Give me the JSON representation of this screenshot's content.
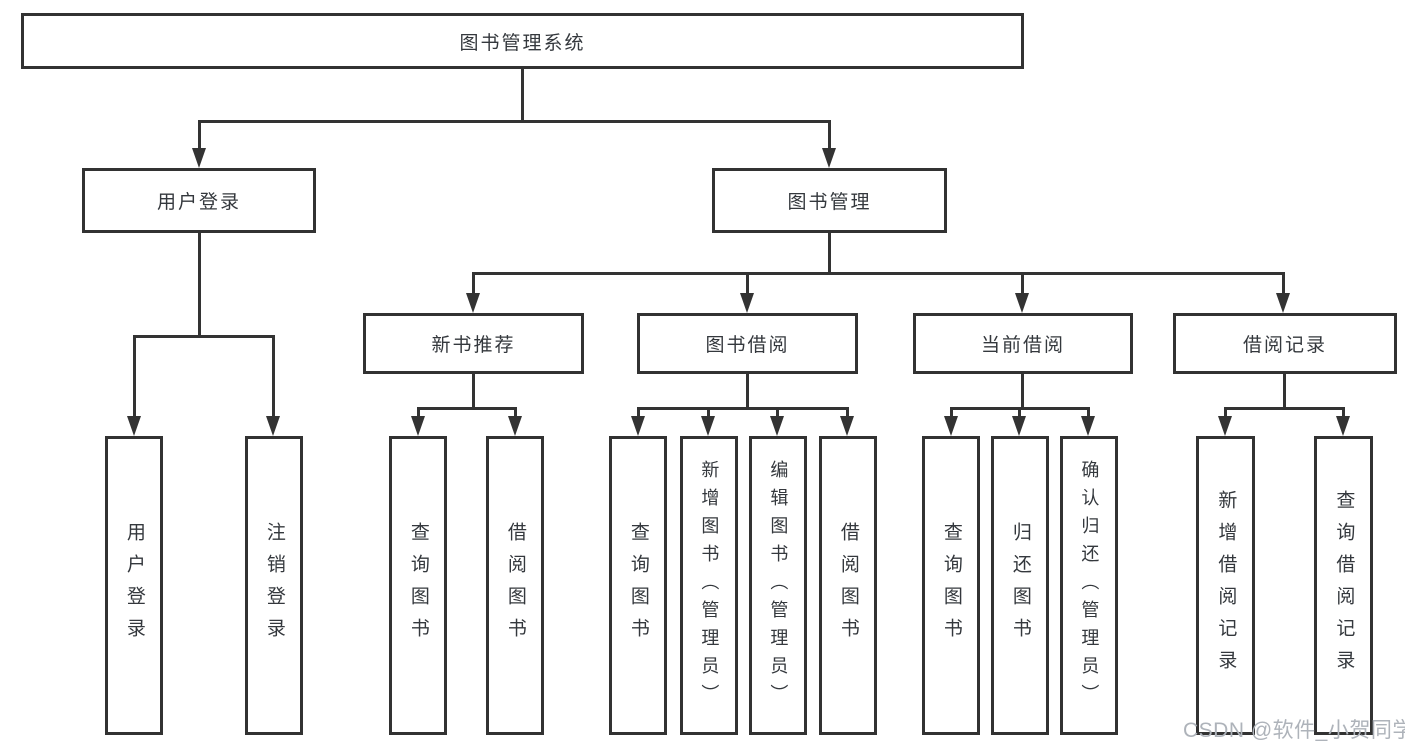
{
  "diagram": {
    "title": "图书管理系统",
    "type": "hierarchy-tree",
    "colors": {
      "line": "#333333",
      "box_border": "#323232",
      "text": "#34383d",
      "background": "#ffffff",
      "watermark": "#aeb3ba"
    }
  },
  "tree": {
    "root": {
      "label": "图书管理系统",
      "children": [
        {
          "label": "用户登录",
          "children": [
            {
              "label": "用户登录"
            },
            {
              "label": "注销登录"
            }
          ]
        },
        {
          "label": "图书管理",
          "children": [
            {
              "label": "新书推荐",
              "children": [
                {
                  "label": "查询图书"
                },
                {
                  "label": "借阅图书"
                }
              ]
            },
            {
              "label": "图书借阅",
              "children": [
                {
                  "label": "查询图书"
                },
                {
                  "label": "新增图书（管理员）"
                },
                {
                  "label": "编辑图书（管理员）"
                },
                {
                  "label": "借阅图书"
                }
              ]
            },
            {
              "label": "当前借阅",
              "children": [
                {
                  "label": "查询图书"
                },
                {
                  "label": "归还图书"
                },
                {
                  "label": "确认归还（管理员）"
                }
              ]
            },
            {
              "label": "借阅记录",
              "children": [
                {
                  "label": "新增借阅记录"
                },
                {
                  "label": "查询借阅记录"
                }
              ]
            }
          ]
        }
      ]
    }
  },
  "watermark": {
    "text": "CSDN @软件_小贺同学"
  }
}
